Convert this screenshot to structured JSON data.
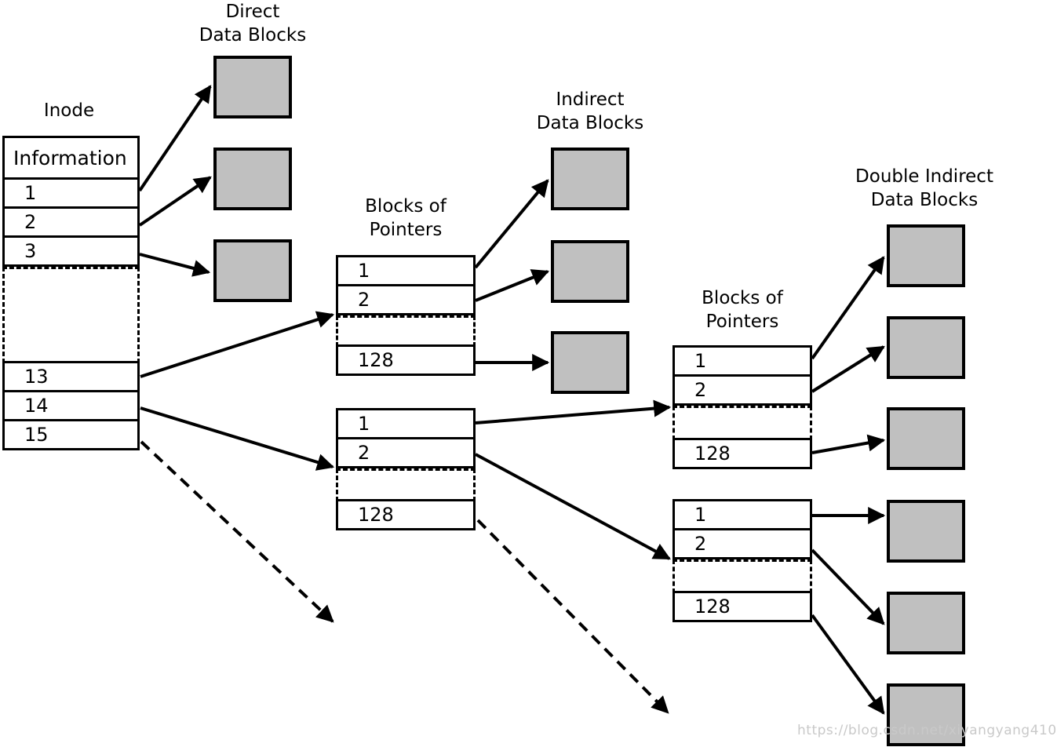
{
  "watermark": "https://blog.csdn.net/xiyangyang410",
  "colors": {
    "block_fill": "#c0c0c0",
    "line": "#000000",
    "watermark": "#c9c9c9"
  },
  "inode": {
    "title": "Inode",
    "info_row": "Information",
    "top_rows": [
      "1",
      "2",
      "3"
    ],
    "bottom_rows": [
      "13",
      "14",
      "15"
    ]
  },
  "labels": {
    "direct": [
      "Direct",
      "Data Blocks"
    ],
    "indirect": [
      "Indirect",
      "Data Blocks"
    ],
    "double_indirect": [
      "Double Indirect",
      "Data Blocks"
    ],
    "pointers_mid": [
      "Blocks of",
      "Pointers"
    ],
    "pointers_right": [
      "Blocks of",
      "Pointers"
    ]
  },
  "pointer_tables": {
    "mid_top": {
      "row1": "1",
      "row2": "2",
      "row_last": "128"
    },
    "mid_bottom": {
      "row1": "1",
      "row2": "2",
      "row_last": "128"
    },
    "right_top": {
      "row1": "1",
      "row2": "2",
      "row_last": "128"
    },
    "right_bottom": {
      "row1": "1",
      "row2": "2",
      "row_last": "128"
    }
  }
}
